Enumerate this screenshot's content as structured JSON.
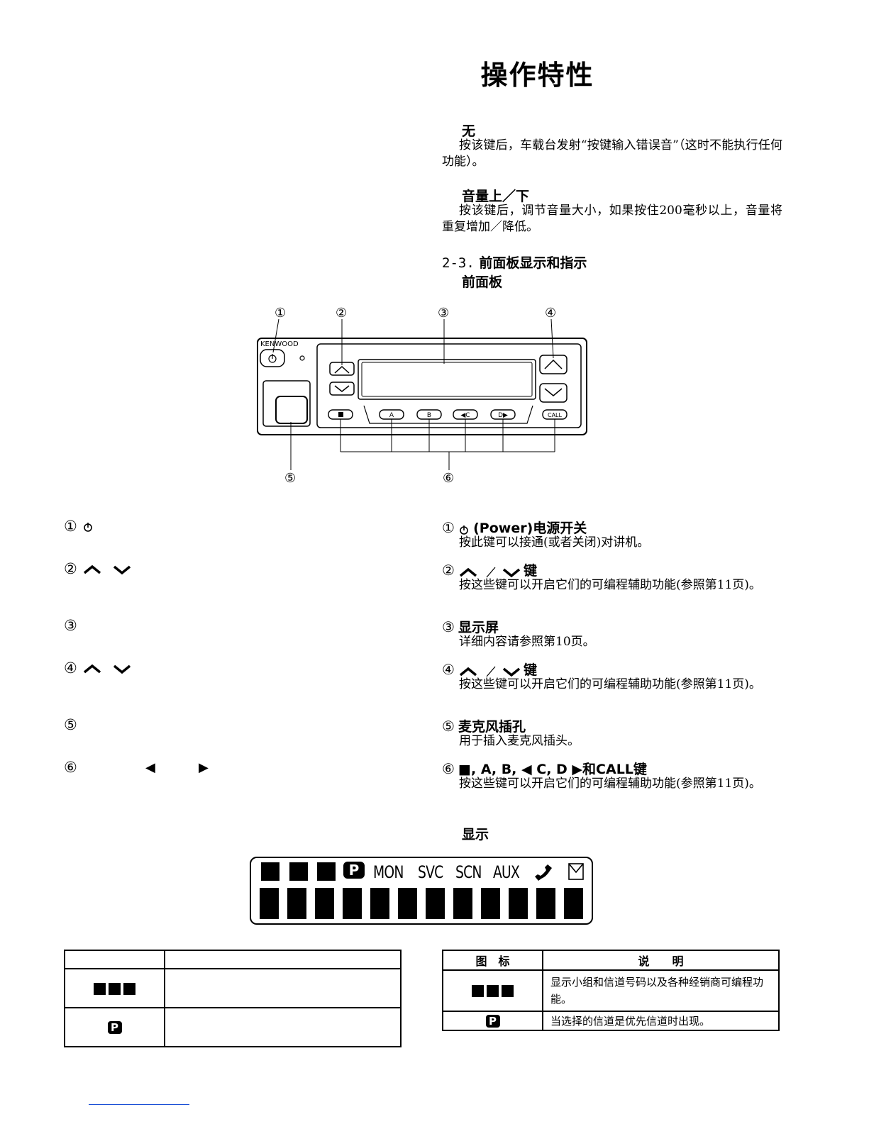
{
  "page": {
    "title": "操作特性"
  },
  "sections": {
    "none": {
      "heading": "无",
      "body": "按该键后，车载台发射“按键输入错误音”（这时不能执行任何功能）。"
    },
    "volume": {
      "heading": "音量上／下",
      "body": "按该键后，调节音量大小，如果按住200毫秒以上，音量将重复增加／降低。"
    },
    "front": {
      "section_num": "2-3.",
      "section_title": "前面板显示和指示",
      "sub_heading": "前面板"
    },
    "display_heading": "显示"
  },
  "diagram": {
    "brand": "KENWOOD",
    "callouts": [
      "①",
      "②",
      "③",
      "④",
      "⑤",
      "⑥"
    ],
    "keys": [
      "■",
      "A",
      "B",
      "◀C",
      "D▶",
      "CALL"
    ]
  },
  "left_items": [
    {
      "num": "①",
      "icon": "power-icon"
    },
    {
      "num": "②",
      "icon": "up-down-icon"
    },
    {
      "num": "③",
      "icon": ""
    },
    {
      "num": "④",
      "icon": "up-down-icon"
    },
    {
      "num": "⑤",
      "icon": ""
    },
    {
      "num": "⑥",
      "icon": "arrows"
    }
  ],
  "right_items": [
    {
      "num": "①",
      "power_symbol": "⏻",
      "title": "(Power)电源开关",
      "body": "按此键可以接通(或者关闭)对讲机。"
    },
    {
      "num": "②",
      "title": "键",
      "body": "按这些键可以开启它们的可编程辅助功能(参照第11页)。"
    },
    {
      "num": "③",
      "title": "显示屏",
      "body": "详细内容请参照第10页。"
    },
    {
      "num": "④",
      "title": "键",
      "body": "按这些键可以开启它们的可编程辅助功能(参照第11页)。"
    },
    {
      "num": "⑤",
      "title": "麦克风插孔",
      "body": "用于插入麦克风插头。"
    },
    {
      "num": "⑥",
      "title_a": "■, A, B, ",
      "title_b": "◀ C, D ▶",
      "title_c": "和CALL键",
      "body": "按这些键可以开启它们的可编程辅助功能(参照第11页)。"
    }
  ],
  "lcd": {
    "icon_p": "P",
    "labels": [
      "MON",
      "SVC",
      "SCN",
      "AUX"
    ]
  },
  "table_right": {
    "headers": [
      "图　标",
      "说　　明"
    ],
    "rows": [
      {
        "icon": "segment-icon",
        "desc": "显示小组和信道号码以及各种经销商可编程功能。"
      },
      {
        "icon": "P",
        "desc": "当选择的信道是优先信道时出现。"
      }
    ]
  },
  "table_left": {
    "rows": [
      {
        "icon": "segment-icon"
      },
      {
        "icon": "P"
      }
    ]
  }
}
